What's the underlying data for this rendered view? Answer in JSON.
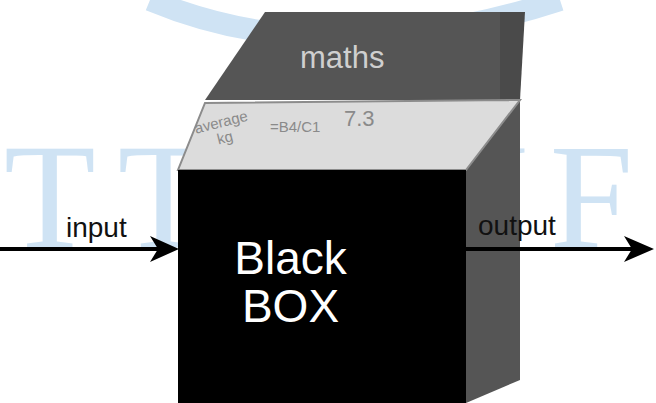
{
  "diagram": {
    "nodes": [
      {
        "text": [
          "maths"
        ]
      },
      {
        "text": [
          "average kg",
          "=B4/C1",
          "7.3"
        ]
      },
      {
        "text": [
          "Black BOX"
        ]
      }
    ],
    "labels": [
      "input",
      "output",
      "TT - NF"
    ]
  }
}
